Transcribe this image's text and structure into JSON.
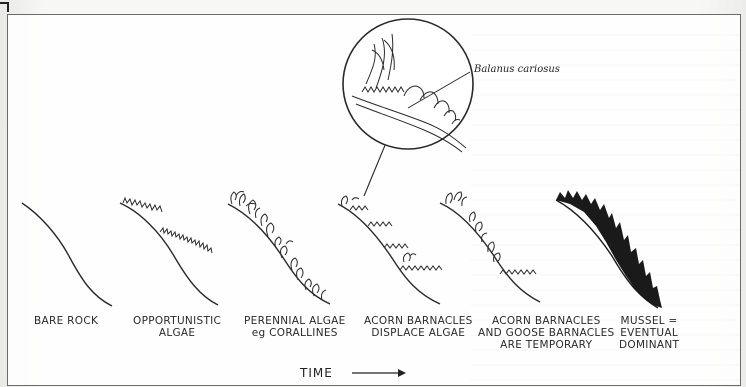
{
  "stages": [
    {
      "id": "bare-rock",
      "lines": [
        "BARE ROCK"
      ]
    },
    {
      "id": "opportunistic-algae",
      "lines": [
        "OPPORTUNISTIC",
        "ALGAE"
      ]
    },
    {
      "id": "perennial-algae",
      "lines": [
        "PERENNIAL ALGAE",
        "eg CORALLINES"
      ]
    },
    {
      "id": "acorn-barnacles",
      "lines": [
        "ACORN BARNACLES",
        "DISPLACE ALGAE"
      ]
    },
    {
      "id": "goose-barnacles",
      "lines": [
        "ACORN BARNACLES",
        "AND GOOSE BARNACLES",
        "ARE TEMPORARY"
      ]
    },
    {
      "id": "mussel",
      "lines": [
        "MUSSEL =",
        "EVENTUAL",
        "DOMINANT"
      ]
    }
  ],
  "callout": {
    "species": "Balanus cariosus"
  },
  "axis": {
    "label": "TIME"
  },
  "colors": {
    "ink": "#2a2a2a",
    "mussel": "#1a1a1a",
    "frame": "#6b6b6b"
  }
}
